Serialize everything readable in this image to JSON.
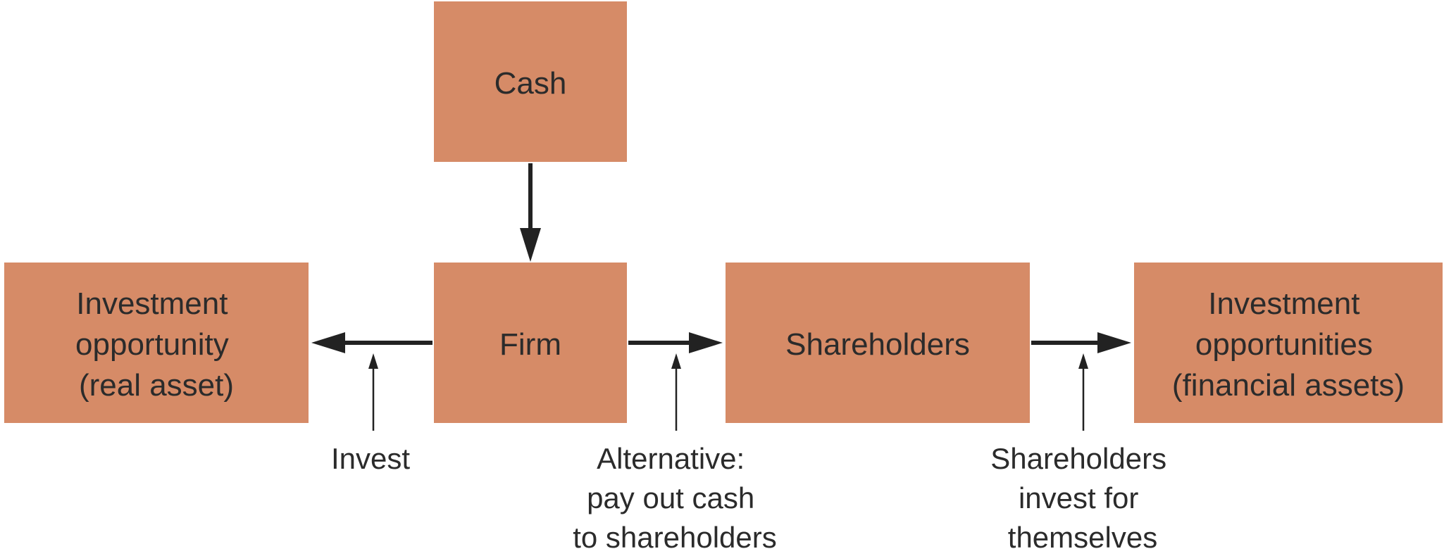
{
  "boxes": {
    "cash": {
      "lines": [
        "Cash"
      ]
    },
    "firm": {
      "lines": [
        "Firm"
      ]
    },
    "investment_opportunity": {
      "lines": [
        "Investment",
        "opportunity",
        "(real asset)"
      ]
    },
    "shareholders": {
      "lines": [
        "Shareholders"
      ]
    },
    "investment_opportunities": {
      "lines": [
        "Investment",
        "opportunities",
        "(financial assets)"
      ]
    }
  },
  "labels": {
    "invest": {
      "lines": [
        "Invest"
      ]
    },
    "alternative": {
      "lines": [
        "Alternative:",
        "pay out cash",
        "to shareholders"
      ]
    },
    "shareholders_invest": {
      "lines": [
        "Shareholders",
        "invest for",
        "themselves"
      ]
    }
  },
  "colors": {
    "box_fill": "#d68b67",
    "arrow": "#222222",
    "text": "#2b2b2b"
  }
}
